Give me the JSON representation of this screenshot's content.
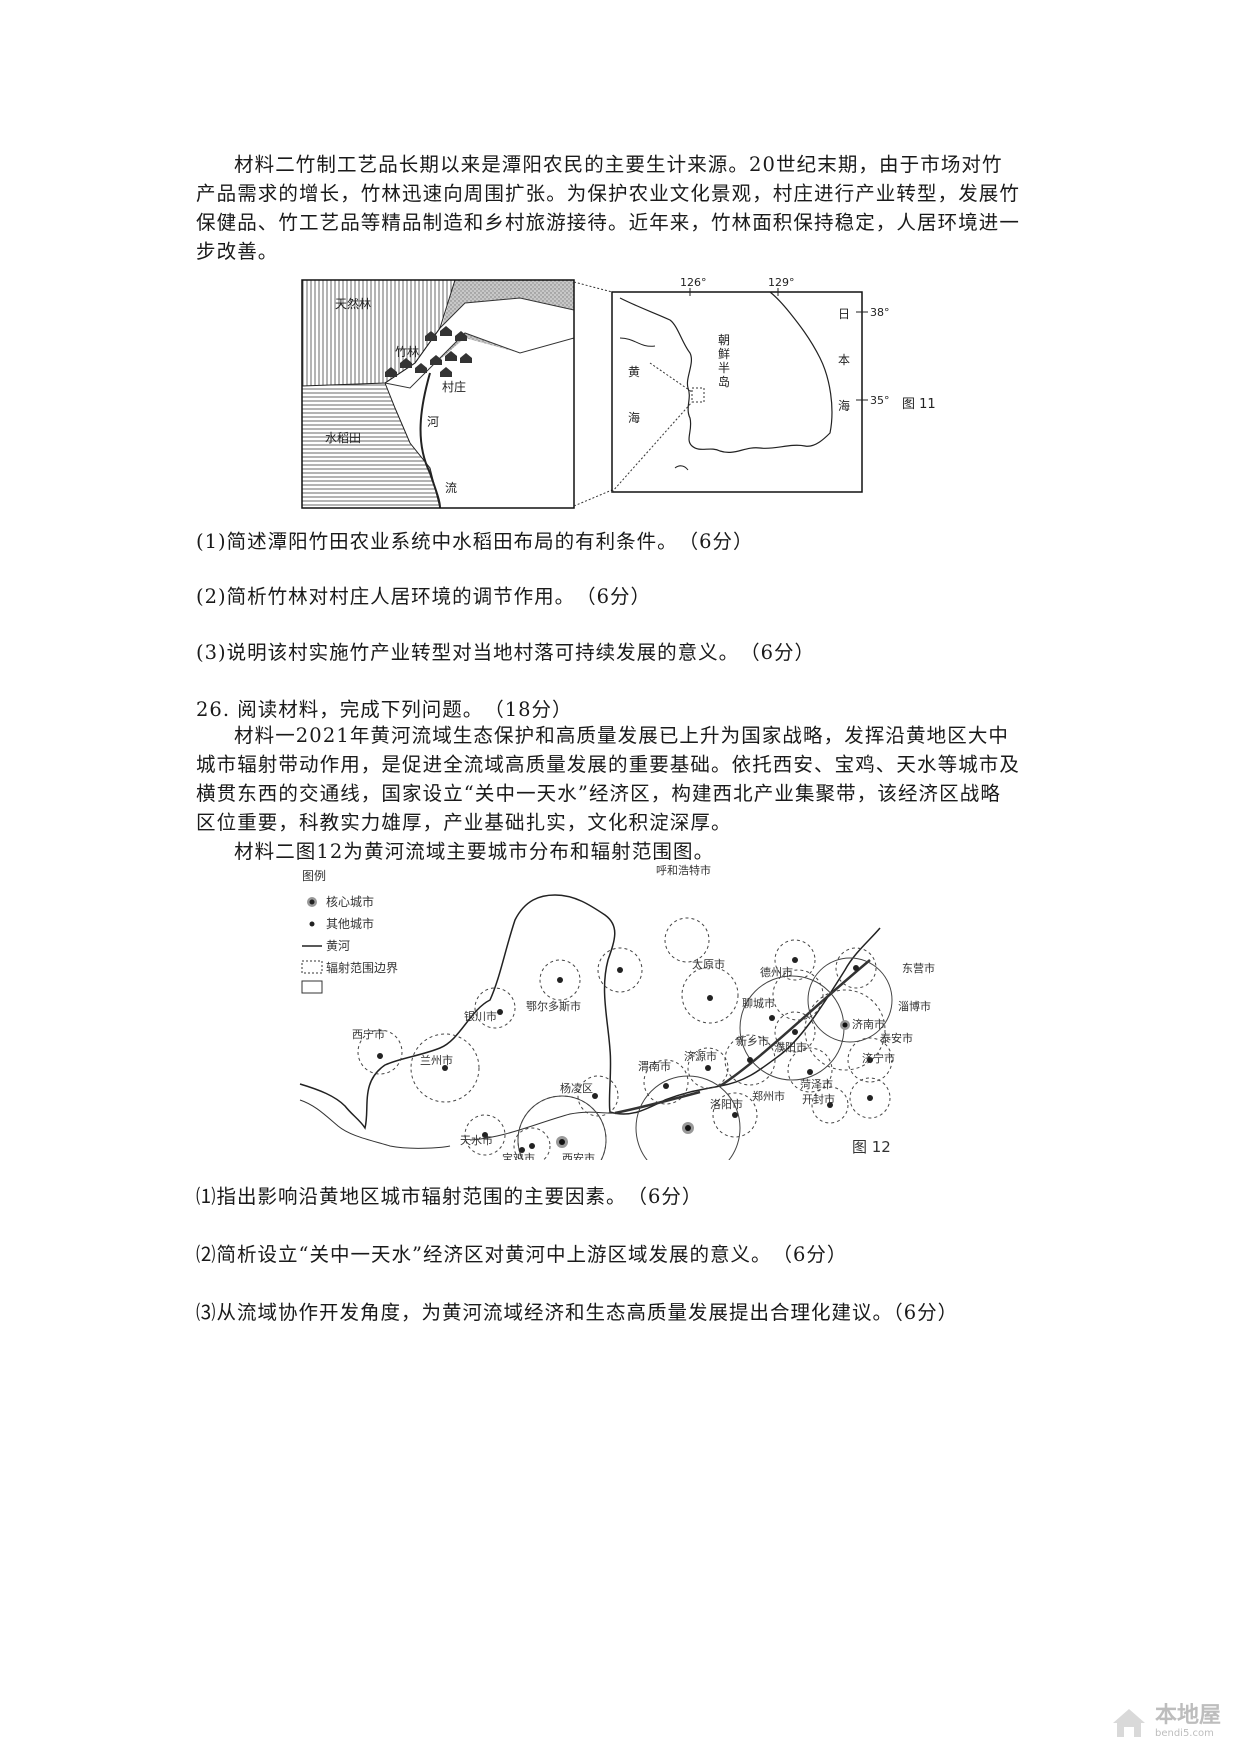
{
  "material2_text": [
    "材料二竹制工艺品长期以来是潭阳农民的主要生计来源。20世纪末期，由于市场对竹",
    "产品需求的增长，竹林迅速向周围扩张。为保护农业文化景观，村庄进行产业转型，发展竹",
    "保健品、竹工艺品等精品制造和乡村旅游接待。近年来，竹林面积保持稳定，人居环境进一",
    "步改善。"
  ],
  "fig11": {
    "caption": "图 11",
    "left_map": {
      "forest": "天然林",
      "bamboo": "竹林",
      "paddy": "水稻田",
      "village": "村庄",
      "river1": "河",
      "river2": "流"
    },
    "right_map": {
      "lon_labels": [
        "126°",
        "129°"
      ],
      "lat_labels": [
        "38°",
        "35°"
      ],
      "yellow_sea": [
        "黄",
        "海"
      ],
      "peninsula": [
        "朝",
        "鲜",
        "半",
        "岛"
      ],
      "japan_sea": [
        "日",
        "本",
        "海"
      ]
    }
  },
  "q25": [
    "(1)简述潭阳竹田农业系统中水稻田布局的有利条件。　（6分）",
    "(2)简析竹林对村庄人居环境的调节作用。　（6分）",
    "(3)说明该村实施竹产业转型对当地村落可持续发展的意义。　（6分）"
  ],
  "q26_header": "26. 阅读材料，完成下列问题。　（18分）",
  "material1_text": [
    "材料一2021年黄河流域生态保护和高质量发展已上升为国家战略，发挥沿黄地区大中",
    "城市辐射带动作用，是促进全流域高质量发展的重要基础。依托西安、宝鸡、天水等城市及",
    "横贯东西的交通线，国家设立“关中一天水”经济区，构建西北产业集聚带，该经济区战略",
    "区位重要，科教实力雄厚，产业基础扎实，文化积淀深厚。"
  ],
  "material2b_text": "材料二图12为黄河流域主要城市分布和辐射范围图。",
  "fig12": {
    "caption": "图 12",
    "legend_title": "图例",
    "legend": [
      "核心城市",
      "其他城市",
      "黄河",
      "辐射范围边界"
    ],
    "cities": {
      "huhehaote": "呼和浩特市",
      "eerduosi": "鄂尔多斯市",
      "yinchuan": "银川市",
      "taiyuan": "太原市",
      "xining": "西宁市",
      "lanzhou": "兰州市",
      "dezhou": "德州市",
      "dongying": "东营市",
      "liaocheng": "聊城市",
      "zibo": "淄博市",
      "jinan": "济南市",
      "taian": "泰安市",
      "puyang": "濮阳市",
      "jining": "济宁市",
      "xinxiang": "新乡市",
      "jiyuan": "济源市",
      "weinan": "渭南市",
      "heze": "菏泽市",
      "kaifeng": "开封市",
      "zhengzhou": "郑州市",
      "luoyang": "洛阳市",
      "yangling": "杨凌区",
      "tianshui": "天水市",
      "baoji": "宝鸡市",
      "xian": "西安市"
    }
  },
  "q26": [
    "⑴指出影响沿黄地区城市辐射范围的主要因素。　（6分）",
    "⑵简析设立“关中一天水”经济区对黄河中上游区域发展的意义。　（6分）",
    "⑶从流域协作开发角度，为黄河流域经济和生态高质量发展提出合理化建议。（6分）"
  ],
  "watermark": {
    "name": "本地屋",
    "url": "bendi5.com"
  }
}
